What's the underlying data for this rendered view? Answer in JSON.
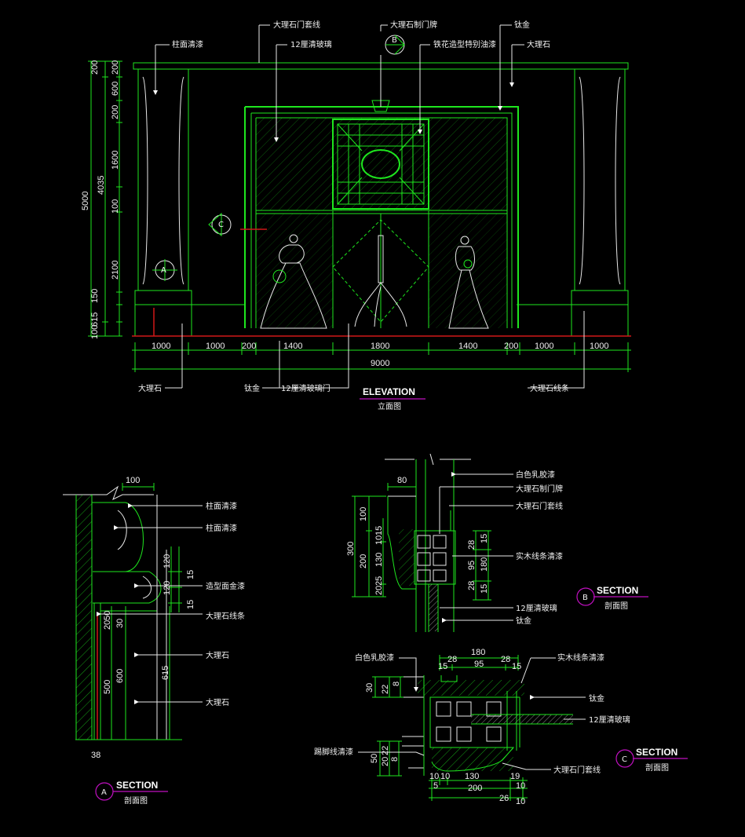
{
  "elevation": {
    "title": "ELEVATION",
    "subtitle": "立面图",
    "top_labels": [
      "柱面清漆",
      "大理石门套线",
      "12厘清玻璃",
      "大理石制门牌",
      "铁花造型特别油漆",
      "钛金",
      "大理石"
    ],
    "bottom_labels": [
      "大理石",
      "钛金",
      "12厘清玻璃门",
      "大理石线条"
    ],
    "left_dims": [
      "200",
      "600",
      "200",
      "1600",
      "100",
      "2100",
      "150",
      "615",
      "100"
    ],
    "left_totals": [
      "5000",
      "4035"
    ],
    "bottom_dims": [
      "1000",
      "1000",
      "200",
      "1400",
      "1800",
      "1400",
      "200",
      "1000",
      "1000"
    ],
    "total_width": "9000",
    "markers": {
      "top": "B",
      "left_c": "C",
      "left_a": "A"
    }
  },
  "section_a": {
    "title": "SECTION",
    "subtitle": "剖面图",
    "marker": "A",
    "labels": [
      "柱面清漆",
      "柱面清漆",
      "造型面金漆",
      "大理石线条",
      "大理石",
      "大理石"
    ],
    "dims": {
      "top": "100",
      "bottom": "38",
      "v1": [
        "120",
        "15",
        "120",
        "15"
      ],
      "v2": [
        "20",
        "50",
        "30"
      ],
      "v3": [
        "500",
        "600",
        "615"
      ]
    }
  },
  "section_b": {
    "title": "SECTION",
    "subtitle": "剖面图",
    "marker": "B",
    "labels": [
      "白色乳胶漆",
      "大理石制门牌",
      "大理石门套线",
      "实木线条清漆",
      "12厘清玻璃",
      "钛金"
    ],
    "dims": {
      "top": "80",
      "left_total": "300",
      "left": [
        "100",
        "200"
      ],
      "inner": [
        "10",
        "15",
        "130",
        "20",
        "25"
      ],
      "right": [
        "28",
        "15",
        "95",
        "180",
        "28",
        "15"
      ]
    }
  },
  "section_c": {
    "title": "SECTION",
    "subtitle": "剖面图",
    "marker": "C",
    "labels": [
      "白色乳胶漆",
      "实木线条清漆",
      "钛金",
      "12厘清玻璃",
      "踢脚线清漆",
      "大理石门套线"
    ],
    "dims": {
      "top": "180",
      "top_row": [
        "15",
        "28",
        "95",
        "28",
        "15"
      ],
      "left_top": [
        "30",
        "22",
        "8"
      ],
      "left_bottom": [
        "50",
        "20",
        "22",
        "8"
      ],
      "bottom_row1": [
        "10",
        "10",
        "130",
        "19"
      ],
      "bottom_row2": [
        "5",
        "200",
        "10"
      ],
      "bottom_row3": [
        "26",
        "10"
      ]
    }
  }
}
